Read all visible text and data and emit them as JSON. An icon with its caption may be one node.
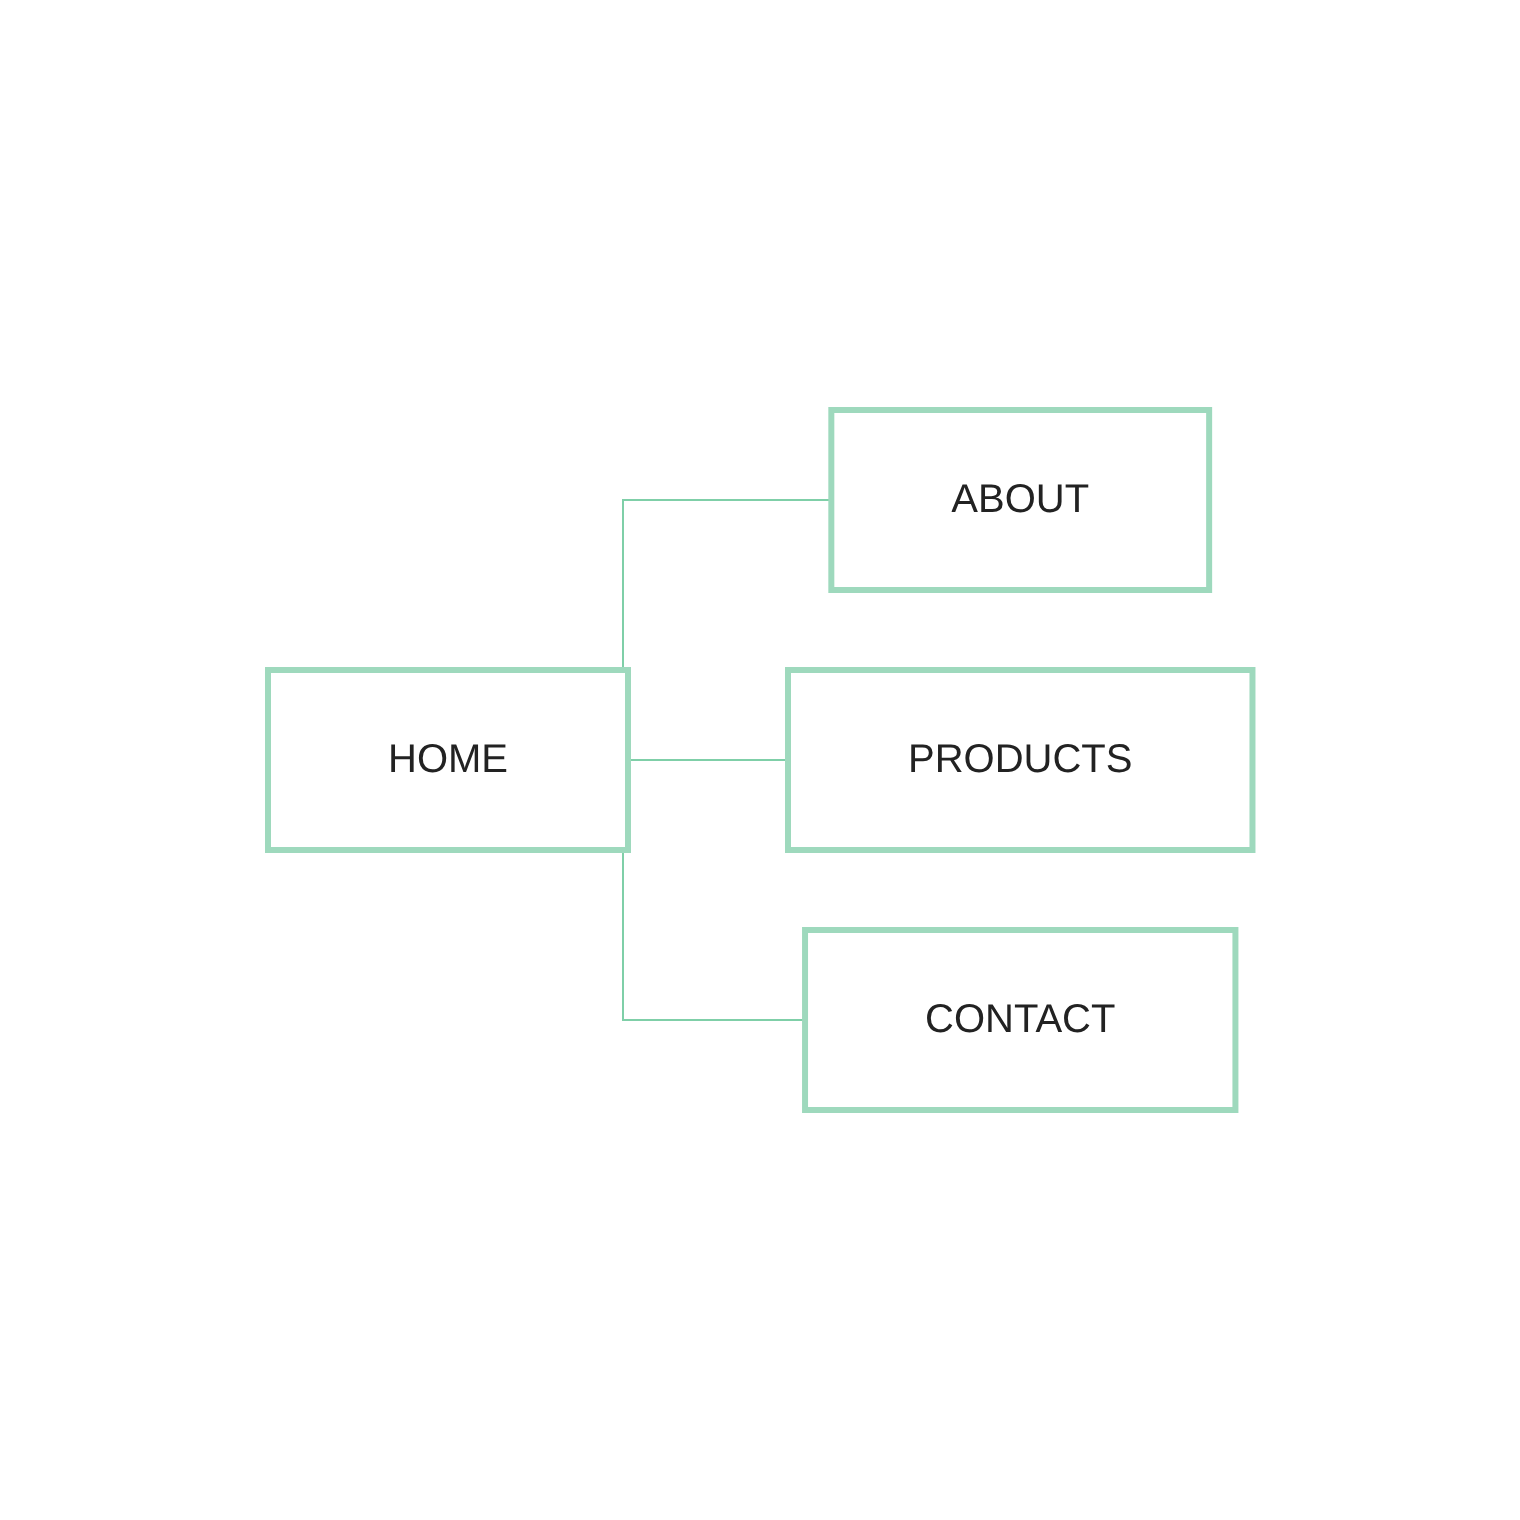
{
  "diagram": {
    "nodes": [
      {
        "text": [
          "HOME"
        ]
      },
      {
        "text": [
          "ABOUT"
        ]
      },
      {
        "text": [
          "PRODUCTS"
        ]
      },
      {
        "text": [
          "CONTACT"
        ]
      }
    ],
    "edges": [
      {
        "from": 0,
        "to": 1,
        "arrow": "none"
      },
      {
        "from": 0,
        "to": 2,
        "arrow": "none"
      },
      {
        "from": 0,
        "to": 3,
        "arrow": "none"
      }
    ]
  }
}
